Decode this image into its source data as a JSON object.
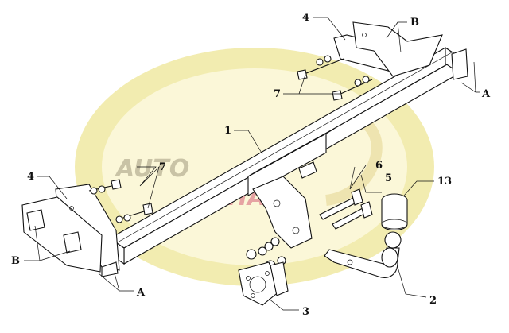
{
  "watermark": {
    "text_auto": "AUTO",
    "text_hak": "HAK",
    "colors": {
      "ellipse_outer": "#f2ecb0",
      "ellipse_inner": "#fbf7d8",
      "auto_text": "#c9c3a6",
      "hak_text": "#e6a3a3"
    }
  },
  "callouts": {
    "c1": "1",
    "c2": "2",
    "c3": "3",
    "c4_left": "4",
    "c4_right": "4",
    "c5": "5",
    "c6": "6",
    "c7_left": "7",
    "c7_right": "7",
    "c13": "13",
    "cA_left": "A",
    "cA_right": "A",
    "cB_left": "B",
    "cB_right": "B"
  }
}
